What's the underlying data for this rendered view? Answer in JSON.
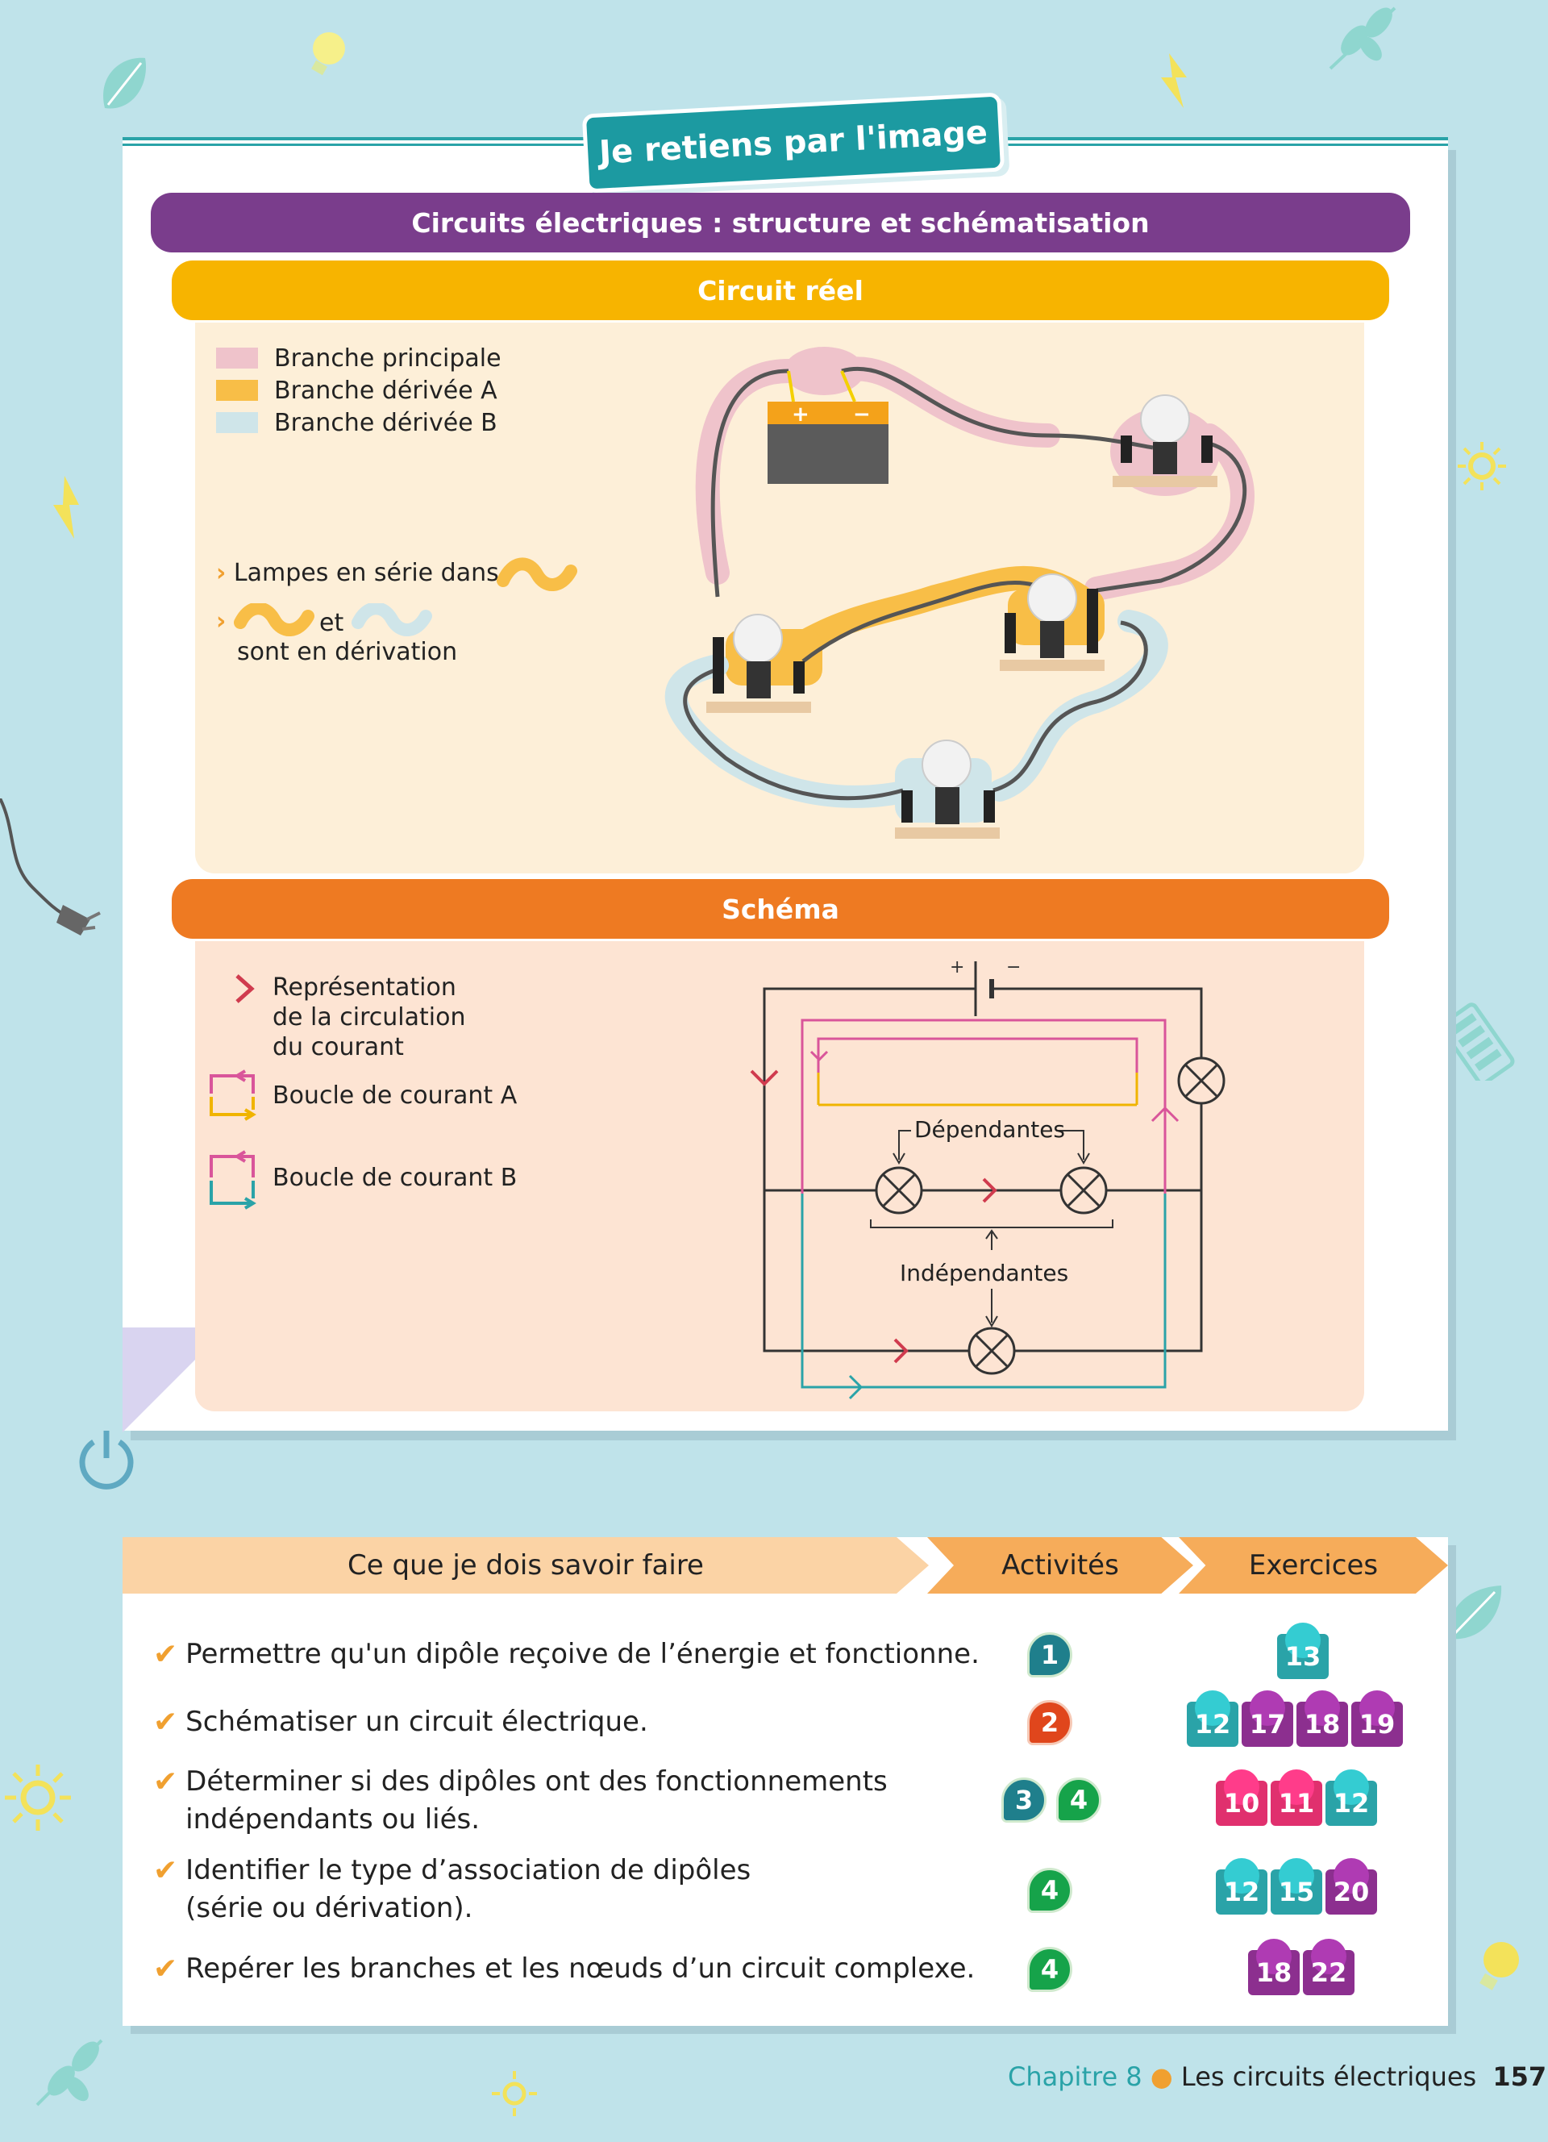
{
  "header": {
    "tab_title": "Je retiens par l'image"
  },
  "section": {
    "title": "Circuits électriques : structure et schématisation",
    "real_circuit": {
      "title": "Circuit réel",
      "legend": [
        {
          "label": "Branche principale",
          "color": "#efc3cb"
        },
        {
          "label": "Branche dérivée A",
          "color": "#f8be47"
        },
        {
          "label": "Branche dérivée B",
          "color": "#cfe5e9"
        }
      ],
      "battery_plus": "+",
      "battery_minus": "−",
      "note1": "Lampes en série dans",
      "note2_and": "et",
      "note2_rest": "sont en dérivation"
    },
    "schema": {
      "title": "Schéma",
      "legend_current": "Représentation de la circulation du courant",
      "legend_current_l1": "Représentation",
      "legend_current_l2": "de la circulation",
      "legend_current_l3": "du courant",
      "legend_loopA": "Boucle de courant A",
      "legend_loopB": "Boucle de courant B",
      "dependent": "Dépendantes",
      "independent": "Indépendantes",
      "plus": "+",
      "minus": "−"
    }
  },
  "skills_table": {
    "headers": [
      "Ce que je dois savoir faire",
      "Activités",
      "Exercices"
    ],
    "rows": [
      {
        "text": [
          "Permettre qu'un dipôle reçoive de l’énergie et fonctionne."
        ],
        "activities": [
          "1"
        ],
        "exercises": [
          "13"
        ]
      },
      {
        "text": [
          "Schématiser un circuit électrique."
        ],
        "activities": [
          "2"
        ],
        "exercises": [
          "12",
          "17",
          "18",
          "19"
        ]
      },
      {
        "text": [
          "Déterminer si des dipôles ont des fonctionnements",
          "indépendants ou liés."
        ],
        "activities": [
          "3",
          "4"
        ],
        "exercises": [
          "10",
          "11",
          "12"
        ]
      },
      {
        "text": [
          "Identifier le type d’association de dipôles",
          "(série ou dérivation)."
        ],
        "activities": [
          "4"
        ],
        "exercises": [
          "12",
          "15",
          "20"
        ]
      },
      {
        "text": [
          "Repérer les branches et les nœuds d’un circuit complexe."
        ],
        "activities": [
          "4"
        ],
        "exercises": [
          "18",
          "22"
        ]
      }
    ]
  },
  "footer": {
    "chapter": "Chapitre 8",
    "title": "Les circuits électriques",
    "page": "157"
  },
  "colors": {
    "teal": "#1c9aa1",
    "purple": "#7a3d8c",
    "yellow": "#f7b400",
    "orange": "#ee7a22",
    "pink": "#d03b7a",
    "magenta_loop": "#d9559a",
    "teal_loop": "#2aa3a8"
  }
}
